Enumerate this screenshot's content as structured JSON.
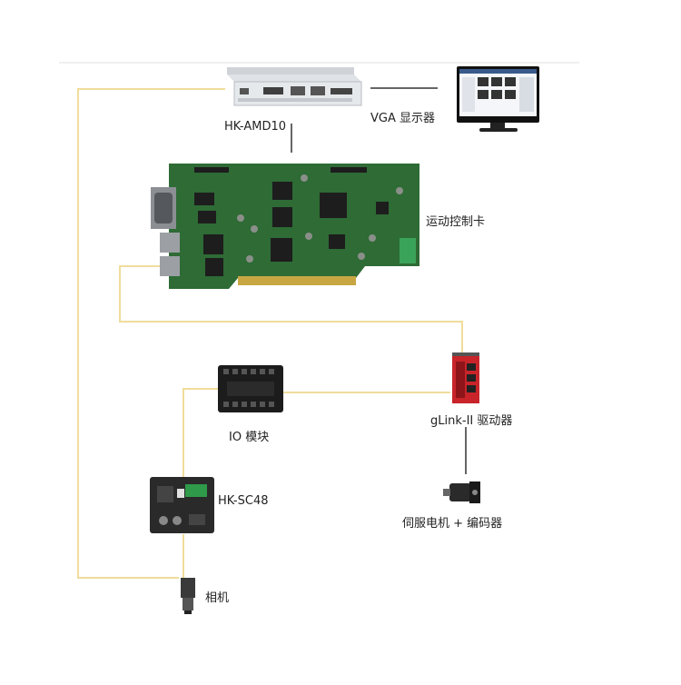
{
  "labels": {
    "ipc": "HK-AMD10",
    "monitor": "VGA  显示器",
    "motion_card": "运动控制卡",
    "io_module": "IO 模块",
    "driver": "gLink-II 驱动器",
    "light_controller": "HK-SC48",
    "servo": "伺服电机 + 编码器",
    "camera": "相机"
  },
  "colors": {
    "cable": "#f0dc9b",
    "signal_line": "#333333",
    "pcb_green": "#2e6b35",
    "device_black": "#1c1c1c",
    "driver_red": "#c8242a"
  },
  "icons": {
    "ipc": "industrial-pc-icon",
    "monitor": "monitor-icon",
    "motion_card": "motion-control-card-icon",
    "io_module": "io-module-icon",
    "driver": "servo-driver-icon",
    "light_controller": "light-controller-icon",
    "servo": "servo-motor-icon",
    "camera": "camera-icon"
  }
}
